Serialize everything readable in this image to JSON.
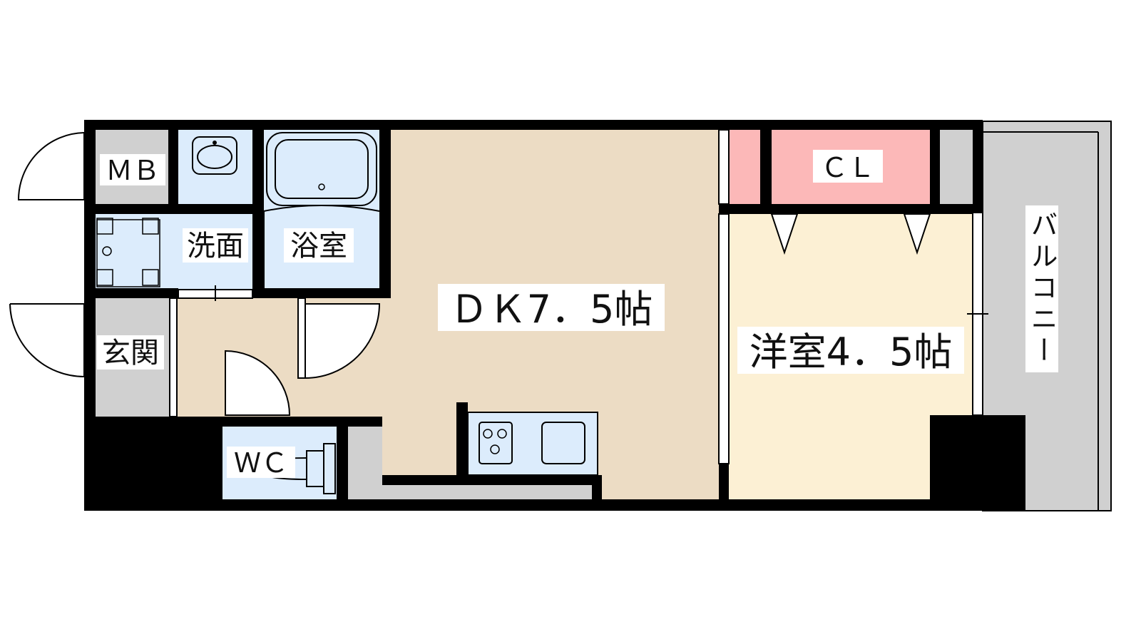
{
  "floorplan": {
    "rooms": {
      "mb": "ＭＢ",
      "washroom": "洗面",
      "bathroom": "浴室",
      "entrance": "玄関",
      "wc": "ＷＣ",
      "dk": "ＤＫ7．5帖",
      "western_room": "洋室4．5帖",
      "closet": "ＣＬ",
      "balcony": "バルコニー"
    },
    "colors": {
      "dk_floor": "#ecdcc4",
      "western_floor": "#fcf0d4",
      "wet_area": "#dcecfc",
      "storage": "#fcb8b8",
      "gray_area": "#d0d0d0",
      "wall": "#000000"
    }
  }
}
